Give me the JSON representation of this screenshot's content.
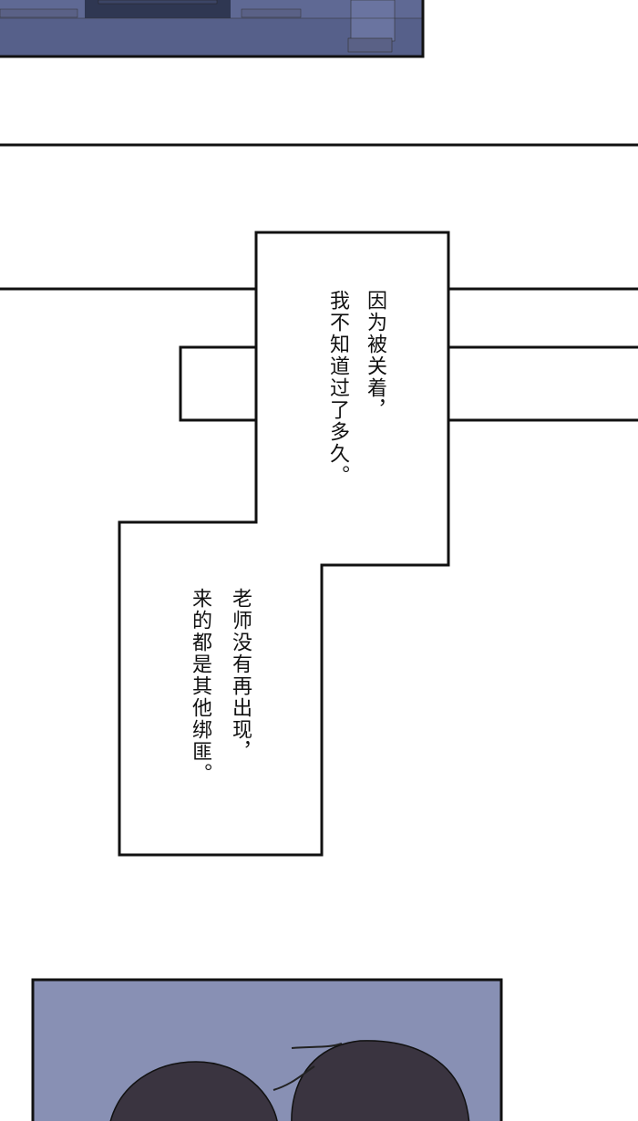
{
  "narration": {
    "box1": {
      "lines": [
        "因为被关着，",
        "我不知道过了多久。"
      ]
    },
    "box2": {
      "lines": [
        "老师没有再出现，",
        "来的都是其他绑匪。"
      ]
    }
  },
  "colors": {
    "top_panel": "#56608a",
    "bottom_panel_sky": "#8890b4",
    "hair": "#3a3440"
  }
}
